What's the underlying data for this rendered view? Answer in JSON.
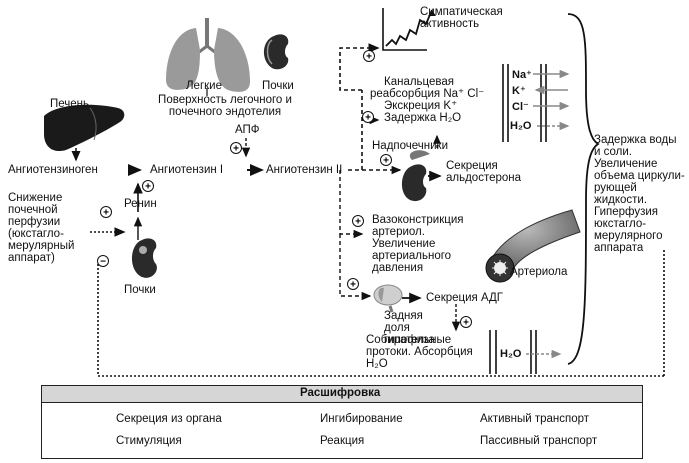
{
  "organs": {
    "liver": "Печень",
    "lungs": "Легкие",
    "kidneys_top": "Почки",
    "kidney_bottom": "Почки",
    "adrenal": "Надпочечники",
    "arteriole": "Артериола",
    "pituitary": "Задняя доля гипофиза"
  },
  "nodes": {
    "angiotensinogen": "Ангиотензиноген",
    "angiotensin1": "Ангиотензин I",
    "angiotensin2": "Ангиотензин II",
    "renin": "Ренин",
    "ace": "АПФ",
    "lung_surface": "Поверхность легочного и почечного эндотелия",
    "perfusion": "Снижение почечной перфузии (юкстагло-мерулярный аппарат)"
  },
  "effects": {
    "sympathetic": "Симпатическая активность",
    "tubular_1": "Канальцевая",
    "tubular_2": "реабсорбция Na⁺ Cl⁻",
    "excretion": "Экскреция K⁺",
    "retention": "Задержка H₂O",
    "aldosterone_1": "Секреция",
    "aldosterone_2": "альдостерона",
    "vaso": "Вазоконстрикция артериол. Увеличение артериального давления",
    "adh": "Секреция АДГ",
    "collecting": "Собирательные протоки. Абсорбция H₂O",
    "summary": "Задержка воды и соли. Увеличение объема циркули-рующей жидкости. Гиперфузия юкстагло-мерулярного аппарата"
  },
  "ions": [
    "Na⁺",
    "K⁺",
    "Cl⁻",
    "H₂O"
  ],
  "h2o_collecting": "H₂O",
  "legend": {
    "title": "Расшифровка",
    "secretion": "Секреция из органа",
    "inhibition": "Ингибирование",
    "active": "Активный транспорт",
    "stimulation": "Стимуляция",
    "reaction": "Реакция",
    "passive": "Пассивный транспорт"
  },
  "colors": {
    "ink": "#111111",
    "organ_gray": "#8a8a8a",
    "legend_bar": "#d6d6d6",
    "transport_gray": "#888888"
  }
}
